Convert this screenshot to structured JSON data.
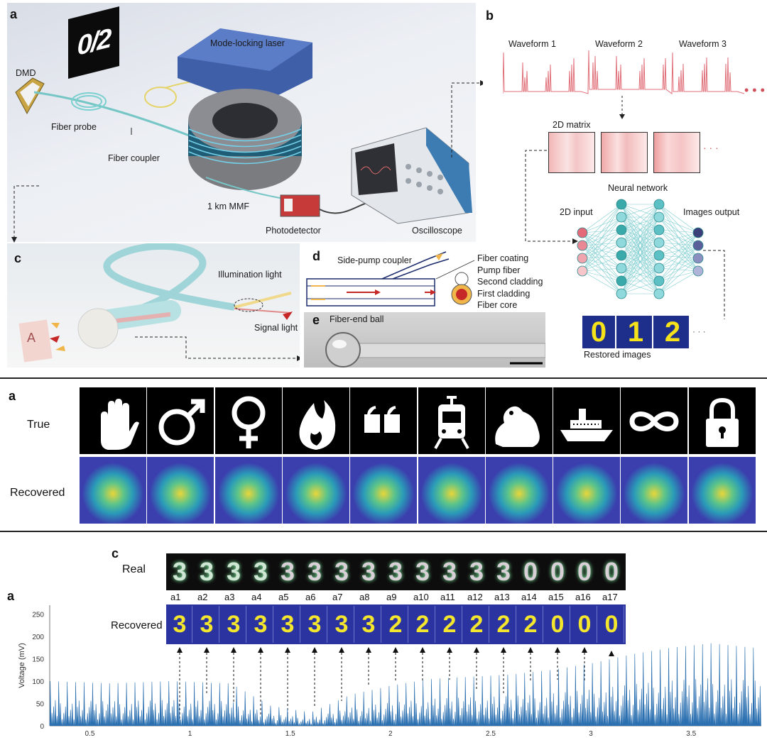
{
  "figure1": {
    "a": {
      "label": "a",
      "digits_display": "0/2",
      "labels": {
        "dmd": "DMD",
        "laser": "Mode-locking laser",
        "fiber_probe": "Fiber probe",
        "fiber_coupler": "Fiber coupler",
        "mmf": "1 km MMF",
        "photodetector": "Photodetector",
        "oscilloscope": "Oscilloscope"
      }
    },
    "b": {
      "label": "b",
      "waveforms": [
        "Waveform 1",
        "Waveform 2",
        "Waveform 3"
      ],
      "matrix_label": "2D matrix",
      "nn_label": "Neural network",
      "input_label": "2D input",
      "output_label": "Images output",
      "restored_digits": [
        "0",
        "1",
        "2"
      ],
      "restored_label": "Restored images",
      "ellipsis": "· · ·"
    },
    "c": {
      "label": "c",
      "illumination": "Illumination light",
      "signal": "Signal light",
      "probe_letter": "A"
    },
    "d": {
      "label": "d",
      "coupler": "Side-pump coupler",
      "layers": [
        "Fiber coating",
        "Pump fiber",
        "Second cladding",
        "First cladding",
        "Fiber core"
      ]
    },
    "e": {
      "label": "e",
      "ball": "Fiber-end ball"
    }
  },
  "figure2": {
    "label": "a",
    "row_true": "True",
    "row_recovered": "Recovered",
    "icons": [
      "hand-icon",
      "male-symbol-icon",
      "female-symbol-icon",
      "fire-icon",
      "quote-icon",
      "tram-icon",
      "frog-icon",
      "ship-icon",
      "infinity-icon",
      "lock-icon"
    ]
  },
  "figure3": {
    "label_c": "c",
    "label_a": "a",
    "row_real": "Real",
    "row_recovered": "Recovered",
    "frame_labels": [
      "a1",
      "a2",
      "a3",
      "a4",
      "a5",
      "a6",
      "a7",
      "a8",
      "a9",
      "a10",
      "a11",
      "a12",
      "a13",
      "a14",
      "a15",
      "a16",
      "a17"
    ],
    "real_digits": [
      "3",
      "3",
      "3",
      "3",
      "3",
      "3",
      "3",
      "3",
      "3",
      "3",
      "3",
      "3",
      "3",
      "0",
      "0",
      "0",
      "0"
    ],
    "recovered_digits": [
      "3",
      "3",
      "3",
      "3",
      "3",
      "3",
      "3",
      "3",
      "2",
      "2",
      "2",
      "2",
      "2",
      "2",
      "0",
      "0",
      "0"
    ]
  },
  "chart_data": {
    "type": "area",
    "ylabel": "Voltage (mV)",
    "xlabel": "",
    "xlim": [
      0.3,
      3.85
    ],
    "ylim": [
      0,
      270
    ],
    "x_ticks": [
      "0.5",
      "1",
      "1.5",
      "2",
      "2.5",
      "3",
      "3.5"
    ],
    "y_ticks": [
      "0",
      "50",
      "100",
      "150",
      "200",
      "250"
    ],
    "series": [
      {
        "name": "",
        "envelope_x": [
          0.3,
          0.6,
          0.9,
          1.2,
          1.4,
          1.6,
          1.8,
          2.0,
          2.2,
          2.4,
          2.6,
          2.8,
          3.0,
          3.2,
          3.4,
          3.6,
          3.8
        ],
        "envelope_y": [
          100,
          95,
          100,
          95,
          45,
          30,
          70,
          90,
          105,
          110,
          115,
          125,
          140,
          160,
          175,
          185,
          175
        ]
      }
    ],
    "color": "#2a6fb0"
  }
}
